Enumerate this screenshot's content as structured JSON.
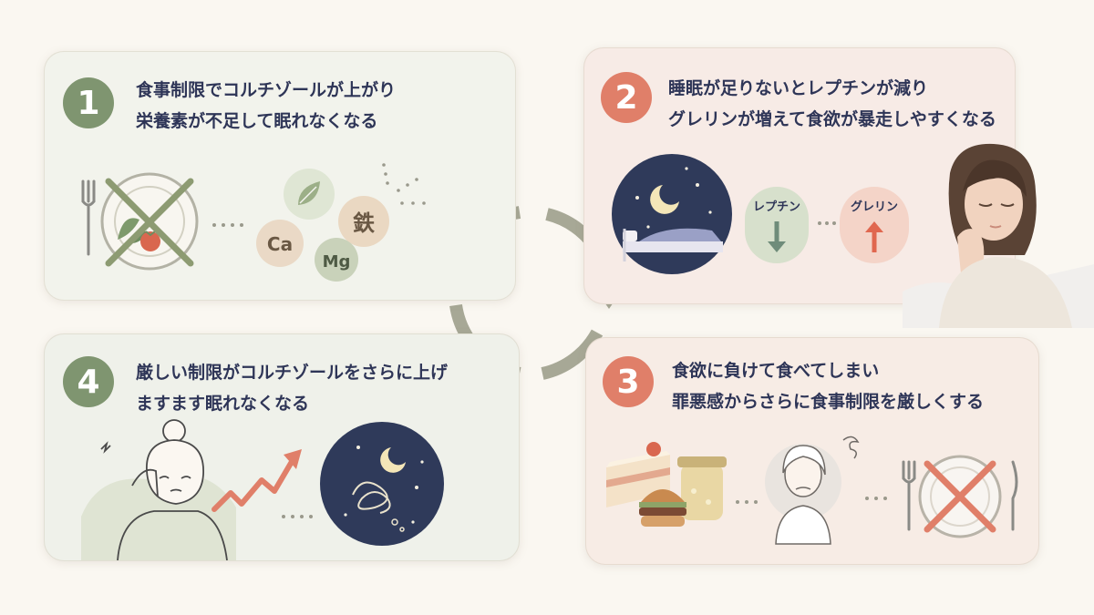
{
  "cards": [
    {
      "number": "1",
      "line1": "食事制限でコルチゾールが上がり",
      "line2": "栄養素が不足して眠れなくなる"
    },
    {
      "number": "2",
      "line1": "睡眠が足りないとレプチンが減り",
      "line2": "グレリンが増えて食欲が暴走しやすくなる"
    },
    {
      "number": "3",
      "line1": "食欲に負けて食べてしまい",
      "line2": "罪悪感からさらに食事制限を厳しくする"
    },
    {
      "number": "4",
      "line1": "厳しい制限がコルチゾールをさらに上げ",
      "line2": "ますます眠れなくなる"
    }
  ],
  "nutrients": {
    "iron": "鉄",
    "calcium": "Ca",
    "magnesium": "Mg"
  },
  "hormones": {
    "leptin": "レプチン",
    "ghrelin": "グレリン"
  },
  "colors": {
    "green": "#7f9570",
    "coral": "#e07f69",
    "navy": "#2e3557",
    "arrow_gray": "#a7a896"
  }
}
